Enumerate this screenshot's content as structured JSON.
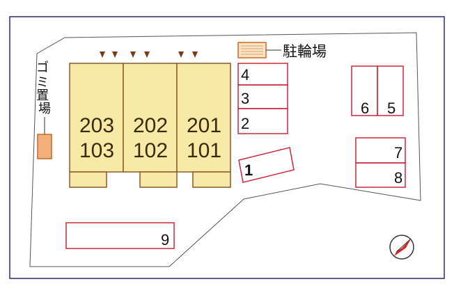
{
  "map": {
    "colors": {
      "frame": "#2a2a7a",
      "outline": "#555555",
      "parking": "#c8283a",
      "building_fill": "#f7eaa6",
      "building_stroke": "#8a5a2a",
      "garbage_fill": "#f4b07a",
      "garbage_stroke": "#c06a2a",
      "arrow": "#7a3a12",
      "compass": "#e02020"
    },
    "icons": [
      "entrance-arrow-icon",
      "compass-icon",
      "bicycle-parking-icon"
    ],
    "bicycle_label": "駐輪場",
    "garbage_label": "ゴミ置場",
    "buildings": [
      {
        "upper": "203",
        "lower": "103"
      },
      {
        "upper": "202",
        "lower": "102"
      },
      {
        "upper": "201",
        "lower": "101"
      }
    ],
    "parking": [
      "4",
      "3",
      "2",
      "1",
      "6",
      "5",
      "7",
      "8",
      "9"
    ]
  }
}
